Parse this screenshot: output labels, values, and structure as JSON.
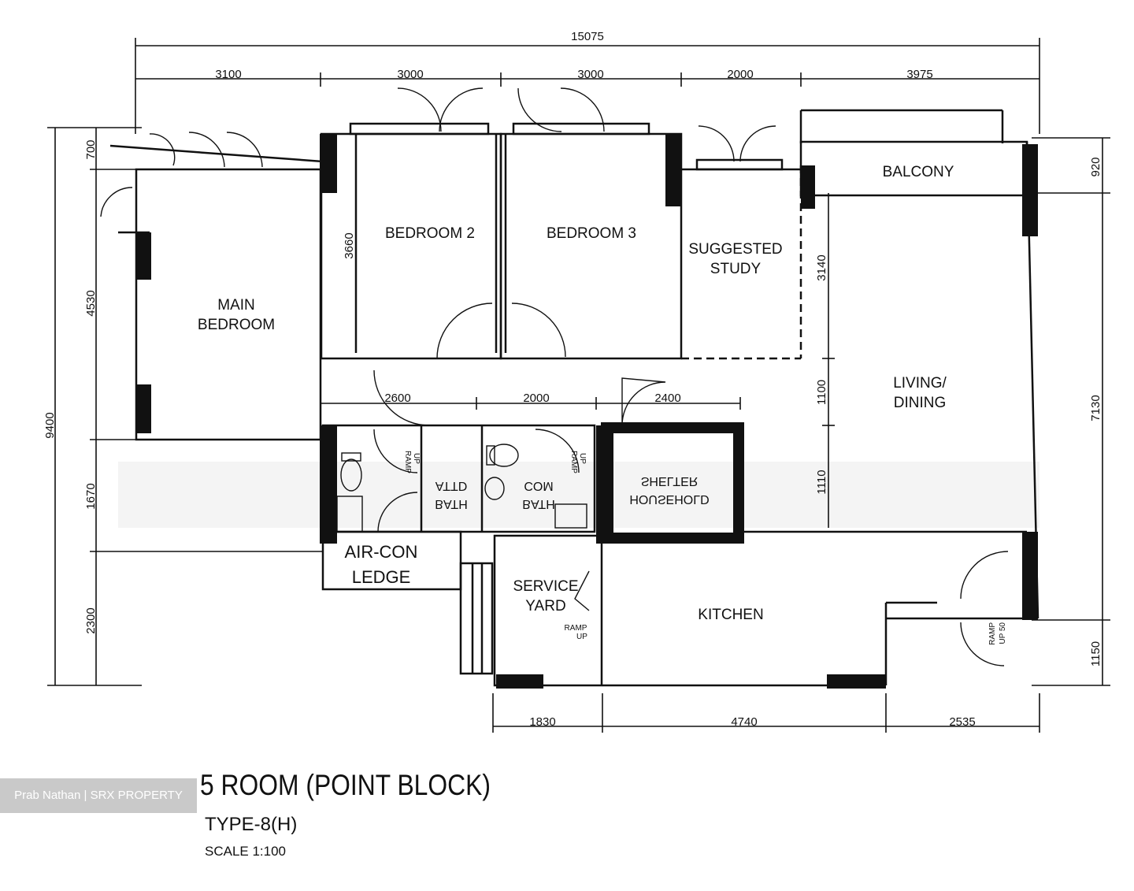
{
  "plan": {
    "title": "5 ROOM (POINT BLOCK)",
    "type": "TYPE-8(H)",
    "scale": "SCALE 1:100",
    "watermark": "Prab Nathan | SRX PROPERTY",
    "rooms": {
      "main_bedroom": [
        "MAIN",
        "BEDROOM"
      ],
      "bedroom2": "BEDROOM 2",
      "bedroom3": "BEDROOM 3",
      "study": [
        "SUGGESTED",
        "STUDY"
      ],
      "balcony": "BALCONY",
      "living": [
        "LIVING/",
        "DINING"
      ],
      "aircon_ledge": [
        "AIR-CON",
        "LEDGE"
      ],
      "service_yard": [
        "SERVICE",
        "YARD"
      ],
      "kitchen": "KITCHEN",
      "bath1": [
        "BATH",
        "ATTD"
      ],
      "bath2": [
        "BATH",
        "COM"
      ],
      "household": [
        "HOUSEHOLD",
        "SHELTER"
      ]
    },
    "ramp": [
      "RAMP",
      "UP"
    ],
    "ramp50": [
      "RAMP",
      "UP 50"
    ],
    "dimensions": {
      "top_total": "15075",
      "top": [
        "3100",
        "3000",
        "3000",
        "2000",
        "3975"
      ],
      "mid": [
        "2600",
        "2000",
        "2400"
      ],
      "bottom": [
        "1830",
        "4740",
        "2535"
      ],
      "left_total": "9400",
      "left": [
        "700",
        "4530",
        "1670",
        "2300"
      ],
      "right": [
        "920",
        "7130",
        "1150"
      ],
      "inner": [
        "3660",
        "3140",
        "1100",
        "1110"
      ]
    }
  }
}
